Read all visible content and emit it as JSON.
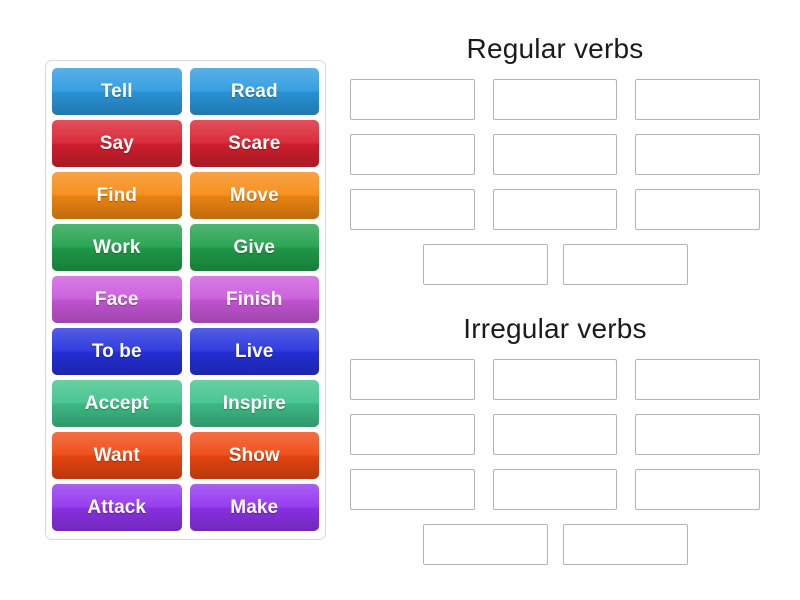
{
  "activity": {
    "type": "drag-and-drop-group-sort",
    "background_color": "#ffffff"
  },
  "tile_tray": {
    "name": "word-tiles",
    "rows": [
      {
        "color": "#2b9ae0",
        "tiles": [
          {
            "label": "Tell",
            "color": "#2b9ae0"
          },
          {
            "label": "Read",
            "color": "#2b9ae0"
          }
        ]
      },
      {
        "color": "#d8202f",
        "tiles": [
          {
            "label": "Say",
            "color": "#d8202f"
          },
          {
            "label": "Scare",
            "color": "#d8202f"
          }
        ]
      },
      {
        "color": "#f68a12",
        "tiles": [
          {
            "label": "Find",
            "color": "#f68a12"
          },
          {
            "label": "Move",
            "color": "#f68a12"
          }
        ]
      },
      {
        "color": "#1fa04b",
        "tiles": [
          {
            "label": "Work",
            "color": "#1fa04b"
          },
          {
            "label": "Give",
            "color": "#1fa04b"
          }
        ]
      },
      {
        "color": "#cb58dc",
        "tiles": [
          {
            "label": "Face",
            "color": "#cb58dc"
          },
          {
            "label": "Finish",
            "color": "#cb58dc"
          }
        ]
      },
      {
        "color": "#2431dd",
        "tiles": [
          {
            "label": "To be",
            "color": "#2431dd"
          },
          {
            "label": "Live",
            "color": "#2431dd"
          }
        ]
      },
      {
        "color": "#3fc28a",
        "tiles": [
          {
            "label": "Accept",
            "color": "#3fc28a"
          },
          {
            "label": "Inspire",
            "color": "#3fc28a"
          }
        ]
      },
      {
        "color": "#ef4710",
        "tiles": [
          {
            "label": "Want",
            "color": "#ef4710"
          },
          {
            "label": "Show",
            "color": "#ef4710"
          }
        ]
      },
      {
        "color": "#9033ee",
        "tiles": [
          {
            "label": "Attack",
            "color": "#9033ee"
          },
          {
            "label": "Make",
            "color": "#9033ee"
          }
        ]
      }
    ]
  },
  "categories": [
    {
      "title": "Regular verbs",
      "slot_rows": [
        {
          "centered": false,
          "slots": [
            "",
            "",
            ""
          ]
        },
        {
          "centered": false,
          "slots": [
            "",
            "",
            ""
          ]
        },
        {
          "centered": false,
          "slots": [
            "",
            "",
            ""
          ]
        },
        {
          "centered": true,
          "slots": [
            "",
            ""
          ]
        }
      ]
    },
    {
      "title": "Irregular verbs",
      "slot_rows": [
        {
          "centered": false,
          "slots": [
            "",
            "",
            ""
          ]
        },
        {
          "centered": false,
          "slots": [
            "",
            "",
            ""
          ]
        },
        {
          "centered": false,
          "slots": [
            "",
            "",
            ""
          ]
        },
        {
          "centered": true,
          "slots": [
            "",
            ""
          ]
        }
      ]
    }
  ]
}
